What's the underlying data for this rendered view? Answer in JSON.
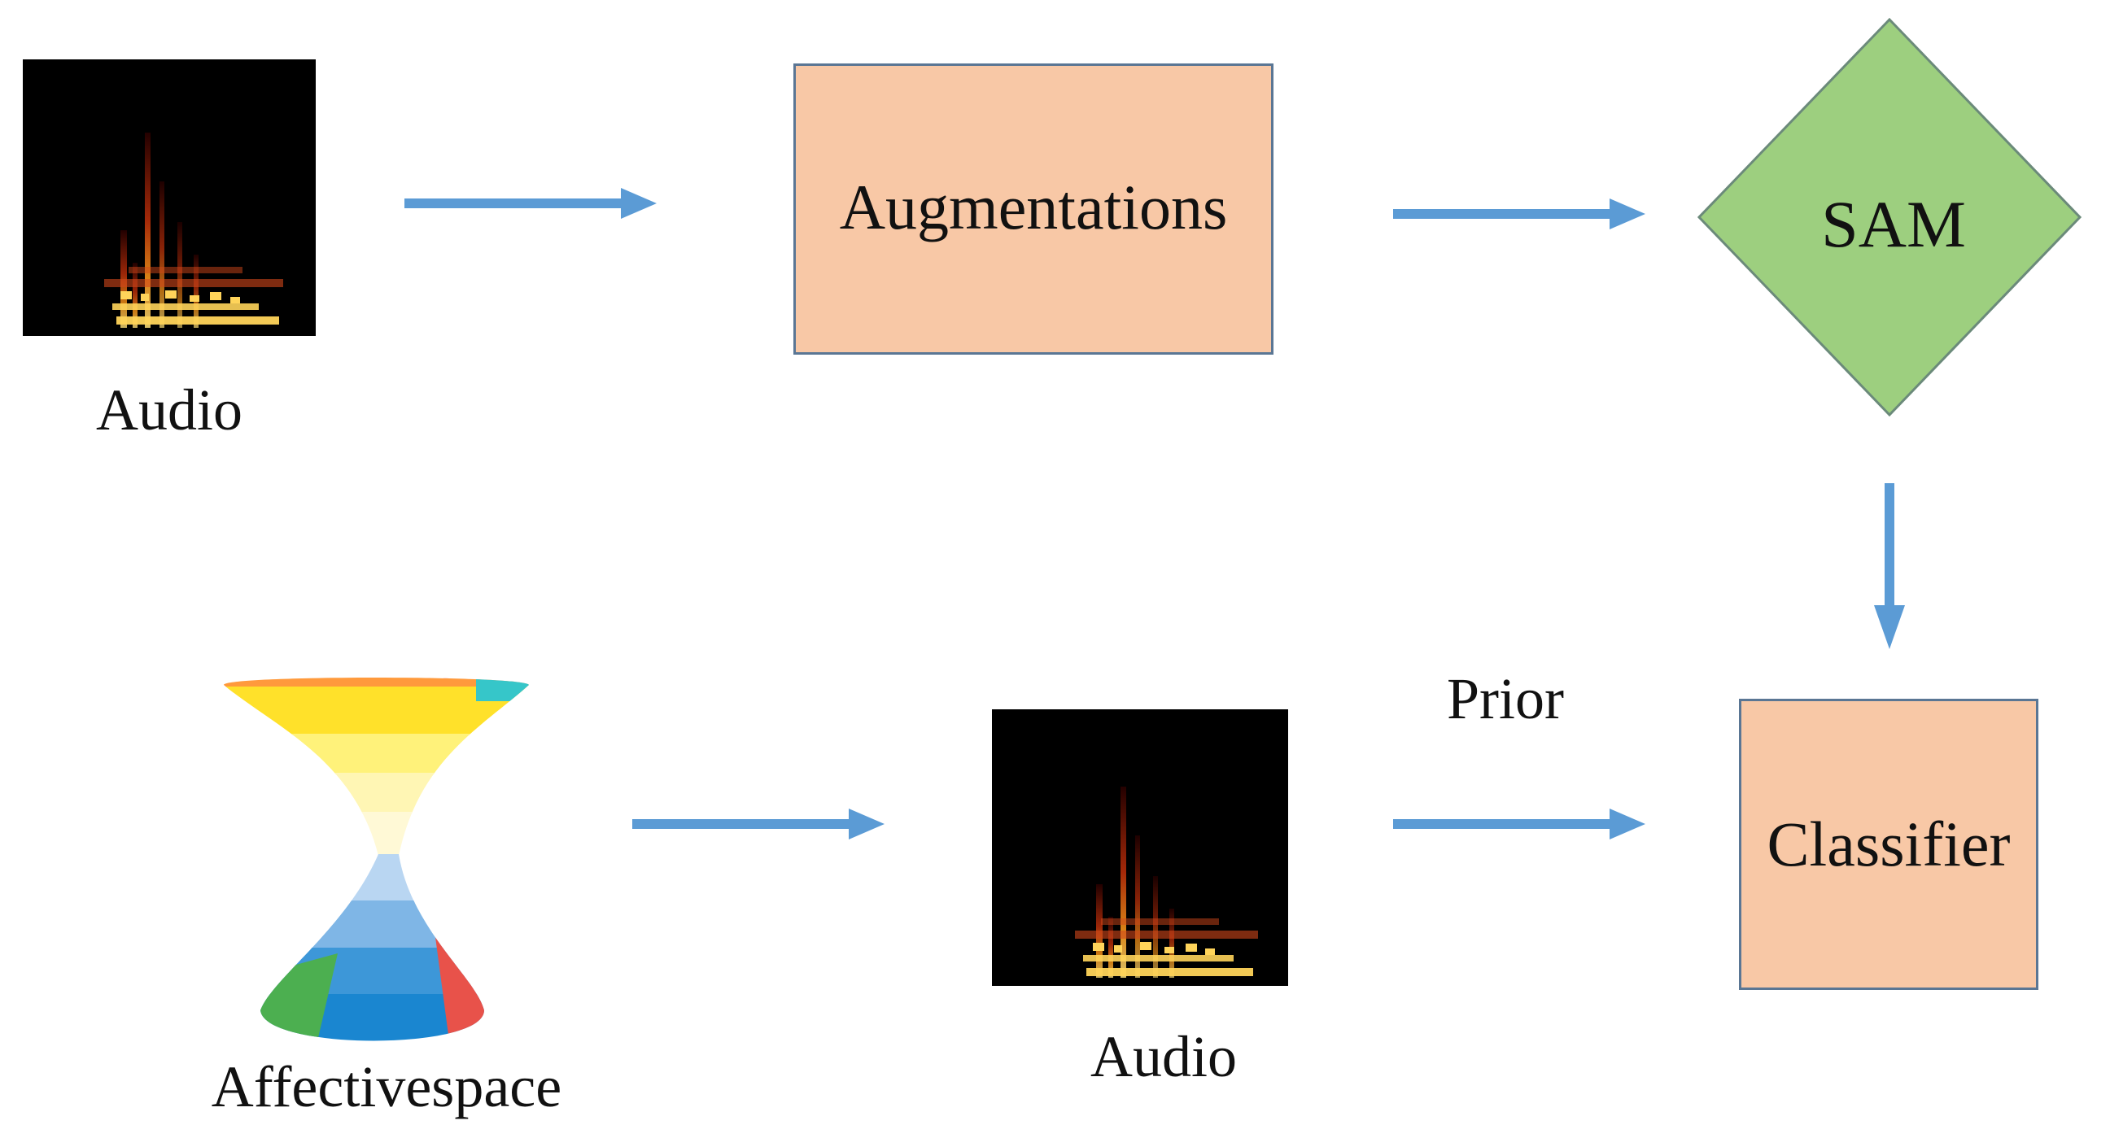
{
  "nodes": {
    "audio_top": {
      "label": "Audio",
      "icon": "spectrogram-icon"
    },
    "augmentations": {
      "label": "Augmentations"
    },
    "sam": {
      "label": "SAM"
    },
    "classifier": {
      "label": "Classifier"
    },
    "affectivespace": {
      "label": "Affectivespace",
      "icon": "hourglass-funnel-icon"
    },
    "audio_bottom": {
      "label": "Audio",
      "icon": "spectrogram-icon"
    }
  },
  "edges": {
    "prior_label": "Prior"
  },
  "colors": {
    "box_fill": "#f8c8a6",
    "box_border": "#5a7694",
    "diamond_fill": "#9dcf7f",
    "diamond_border": "#6b8a7a",
    "arrow": "#5b9bd5"
  }
}
